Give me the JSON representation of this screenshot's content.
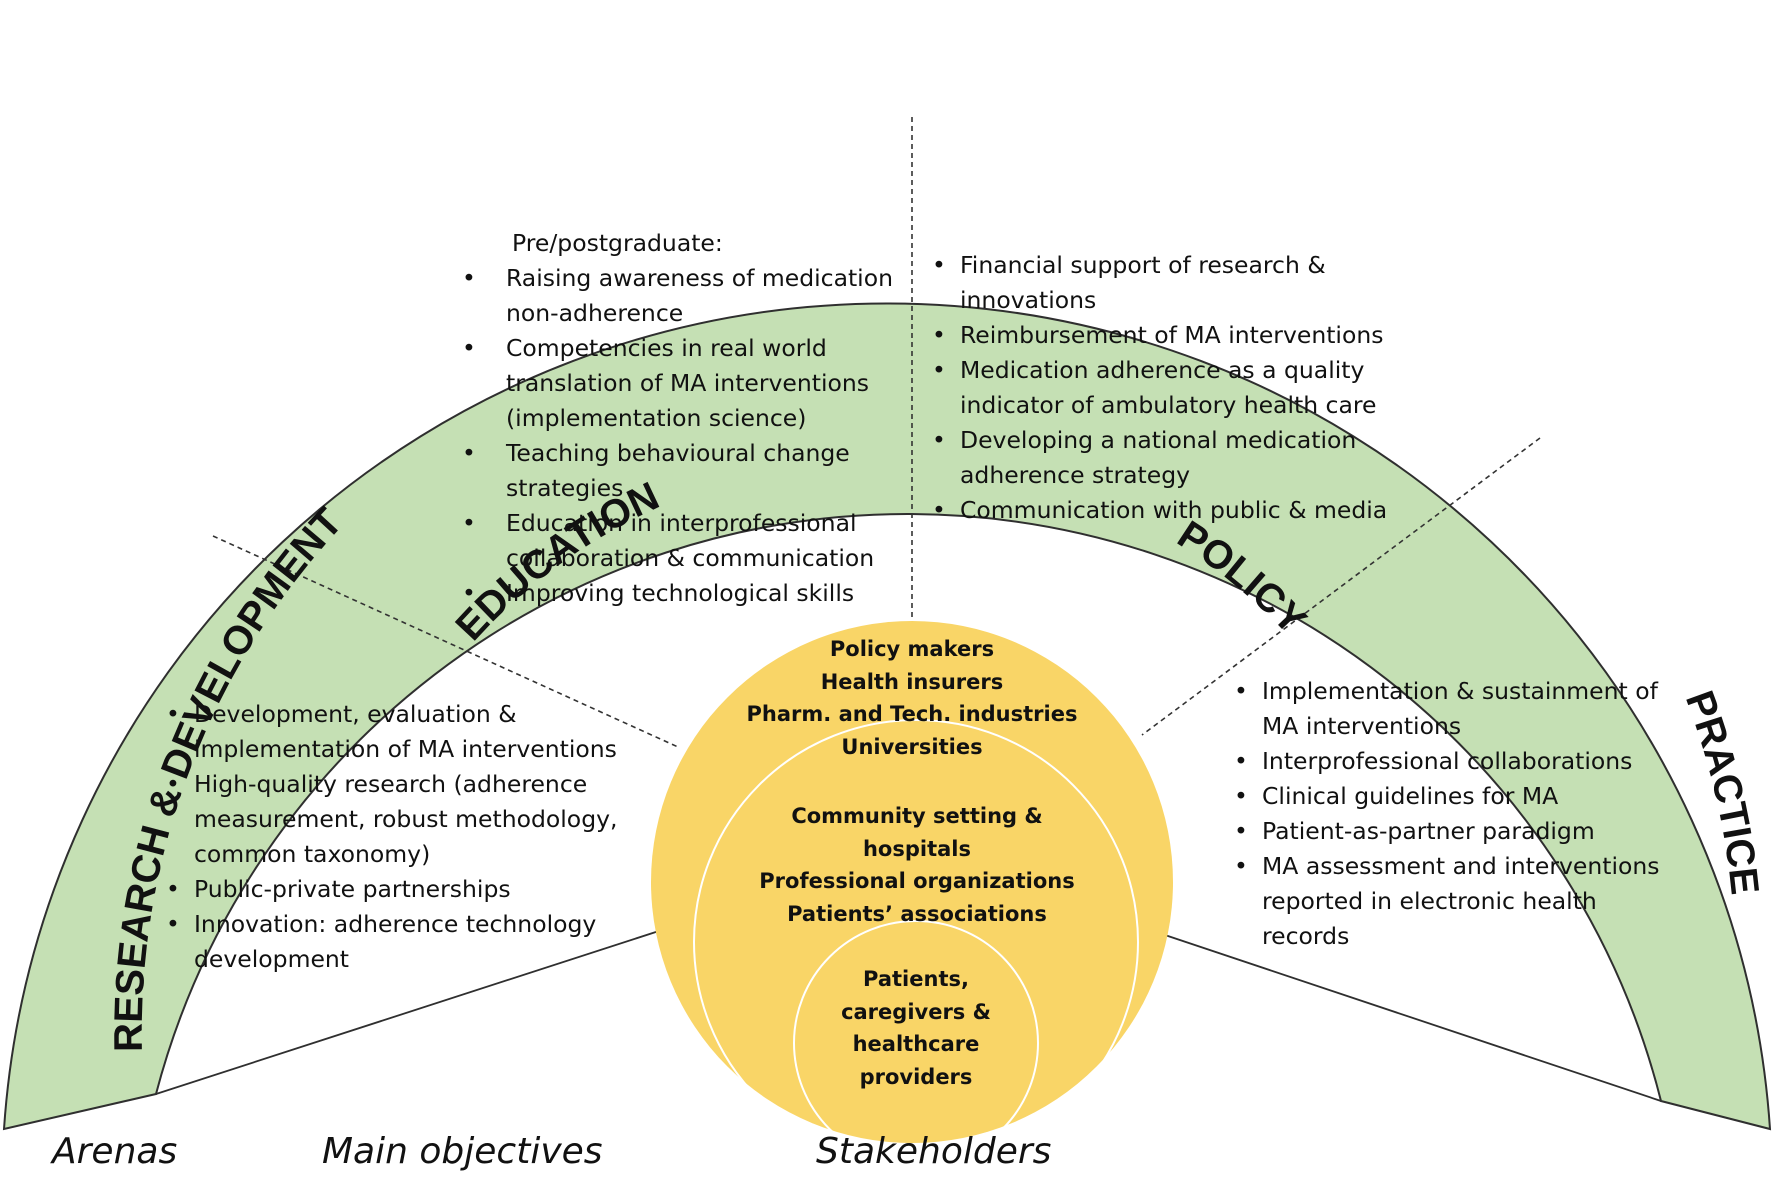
{
  "colors": {
    "arc_fill": "#c5e0b4",
    "arc_stroke": "#2f2f2f",
    "circle_fill": "#f9d567",
    "circle_inner_stroke": "#ffffff",
    "text": "#111111"
  },
  "arenas": {
    "research": "RESEARCH & DEVELOPMENT",
    "education": "EDUCATION",
    "policy": "POLICY",
    "practice": "PRACTICE"
  },
  "objectives": {
    "education": {
      "heading": "Pre/postgraduate:",
      "items": [
        "Raising awareness of medication non-adherence",
        "Competencies in real world translation of MA interventions (implementation science)",
        "Teaching behavioural change strategies",
        "Education in interprofessional collaboration & communication",
        "Improving technological skills"
      ]
    },
    "policy": {
      "items": [
        "Financial support of research & innovations",
        "Reimbursement of MA interventions",
        "Medication adherence as a quality indicator of ambulatory health care",
        "Developing a national medication adherence strategy",
        "Communication with public & media"
      ]
    },
    "research": {
      "items": [
        "Development, evaluation & implementation of MA interventions",
        "High-quality research (adherence measurement, robust methodology, common taxonomy)",
        "Public-private partnerships",
        "Innovation: adherence technology development"
      ]
    },
    "practice": {
      "items": [
        "Implementation & sustainment of MA interventions",
        "Interprofessional collaborations",
        "Clinical guidelines for MA",
        "Patient-as-partner paradigm",
        "MA assessment and interventions reported in electronic health records"
      ]
    }
  },
  "stakeholders": {
    "outer": [
      "Policy makers",
      "Health insurers",
      "Pharm. and Tech. industries",
      "Universities"
    ],
    "middle": [
      "Community setting &",
      "hospitals",
      "Professional organizations",
      "Patients’ associations"
    ],
    "inner": [
      "Patients,",
      "caregivers &",
      "healthcare",
      "providers"
    ]
  },
  "captions": {
    "arenas": "Arenas",
    "main_objectives": "Main objectives",
    "stakeholders": "Stakeholders"
  }
}
